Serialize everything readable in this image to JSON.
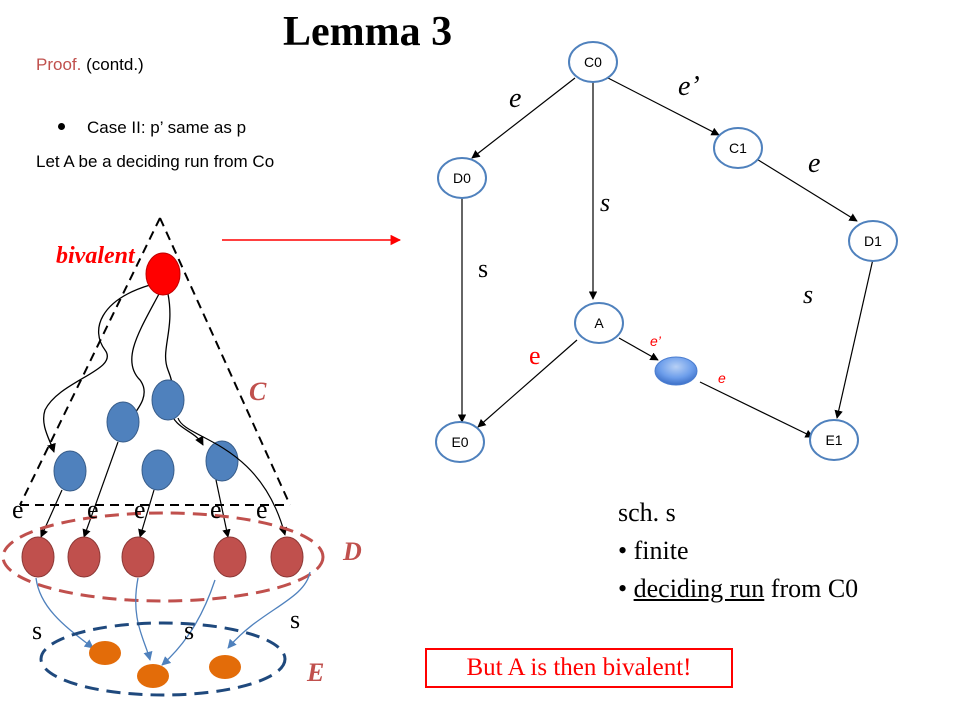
{
  "title": "Lemma 3",
  "proof_keyword": "Proof.",
  "proof_rest": " (contd.)",
  "case_line": "Case II: p’ same as p",
  "let_line": "Let A be a deciding run from Co",
  "left_tree": {
    "bivalent_label": "bivalent",
    "c_label": "C",
    "d_label": "D",
    "e_label": "E",
    "edge_e": [
      "e",
      "e",
      "e",
      "e",
      "e"
    ],
    "edge_s": [
      "s",
      "s",
      "s"
    ]
  },
  "graph": {
    "nodes": {
      "c0": "C0",
      "c1": "C1",
      "d0": "D0",
      "d1": "D1",
      "a": "A",
      "e0": "E0",
      "e1": "E1"
    },
    "edge_labels": {
      "c0_d0": "e",
      "c0_c1": "e’",
      "c1_d1": "e",
      "c0_a": "s",
      "d0_e0": "s",
      "d1_e1": "s",
      "a_e0": "e",
      "a_blue": "e’",
      "blue_e1": "e"
    }
  },
  "notes": {
    "line1": "sch. s",
    "line2": "finite",
    "line3_underlined": "deciding run",
    "line3_rest": " from C0"
  },
  "conclusion": "But A is then bivalent!",
  "colors": {
    "red": "#ff0000",
    "blue_node": "#4f81bd",
    "dark_red_node": "#c0504d",
    "orange_node": "#e36c09",
    "text_red": "#c0504d",
    "d_ring": "#c0504d",
    "e_ring": "#1f497d"
  }
}
